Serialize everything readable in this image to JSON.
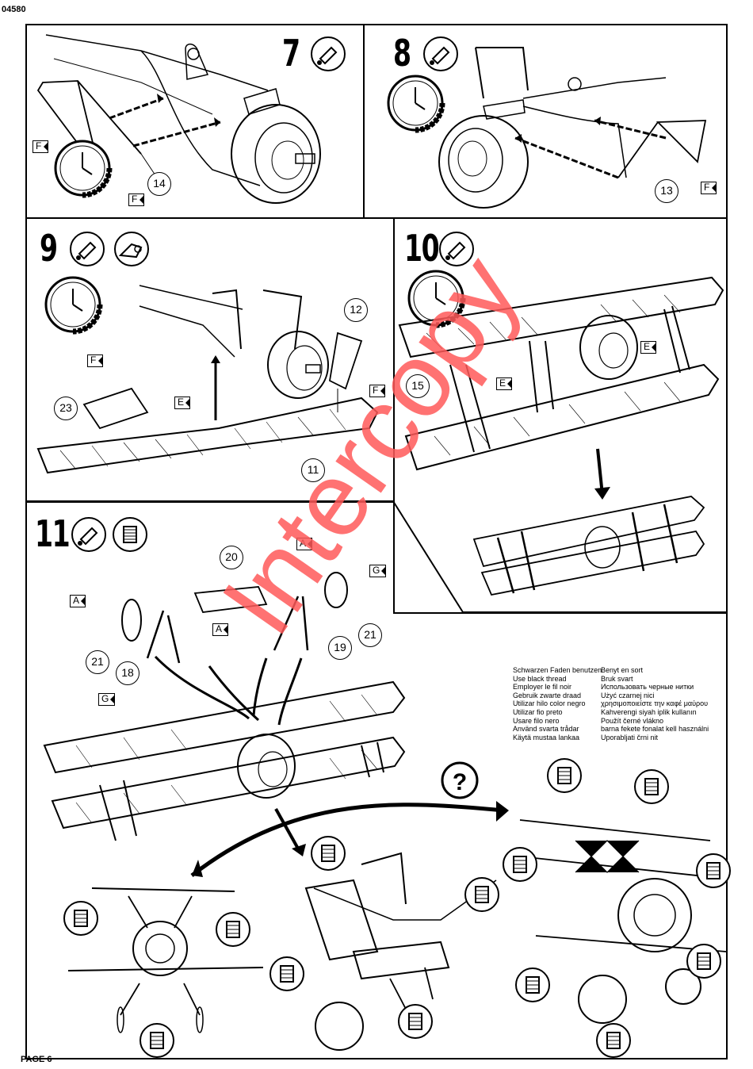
{
  "header": {
    "doc_code": "04580"
  },
  "footer": {
    "page_label": "PAGE 6"
  },
  "steps": {
    "s7": {
      "number": "7",
      "parts": [
        "14"
      ],
      "flags": [
        "F",
        "F"
      ]
    },
    "s8": {
      "number": "8",
      "parts": [
        "13"
      ],
      "flags": [
        "F"
      ]
    },
    "s9": {
      "number": "9",
      "parts": [
        "12",
        "23",
        "11"
      ],
      "flags": [
        "F",
        "F",
        "E"
      ]
    },
    "s10": {
      "number": "10",
      "parts": [
        "15"
      ],
      "flags": [
        "E",
        "E"
      ]
    },
    "s11": {
      "number": "11",
      "parts": [
        "20",
        "21",
        "19",
        "21",
        "18"
      ],
      "flags": [
        "A",
        "A",
        "A",
        "G",
        "G"
      ]
    }
  },
  "thread_note": {
    "col1": [
      "Schwarzen Faden benutzen",
      "Use black thread",
      "Employer le fil noir",
      "Gebruik zwarte draad",
      "Utilizar hilo color negro",
      "Utilizar fio preto",
      "Usare filo nero",
      "Använd svarta trådar",
      "Käytä mustaa lankaa"
    ],
    "col2": [
      "Benyt en sort",
      "Bruk svart",
      "Использовать черные нитки",
      "Użyć czarnej nici",
      "χρησιμοποιείστε την καφέ μαύρου",
      "Kahverengi siyah iplik kullanın",
      "Použít černé vlákno",
      "barna fekete fonalat kell használni",
      "Uporabljati črni nit"
    ]
  },
  "question_mark": "?",
  "watermark": "Intercopy",
  "icons": [
    "glue-tube-icon",
    "drying-clock-icon",
    "glue-dispenser-icon",
    "thread-spool-icon"
  ]
}
